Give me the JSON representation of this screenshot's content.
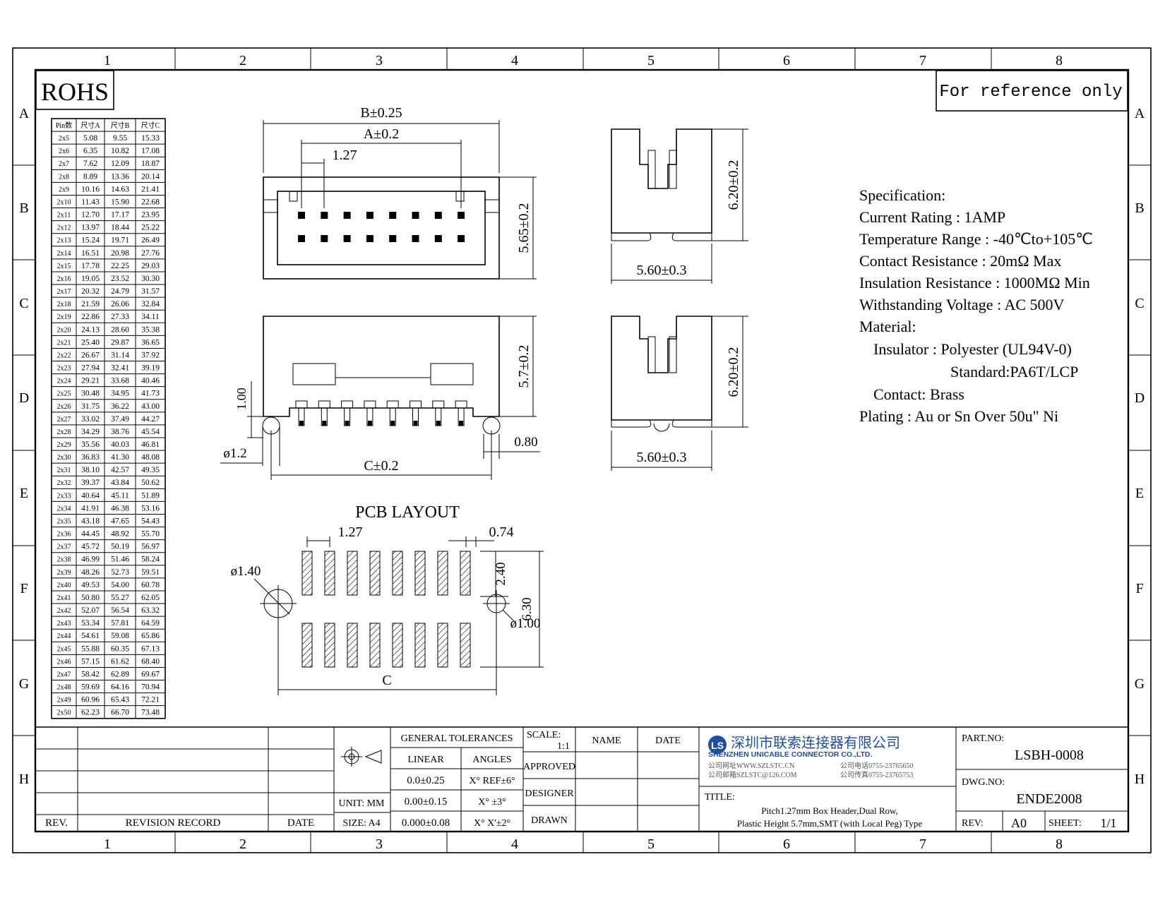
{
  "frame": {
    "columns": [
      "1",
      "2",
      "3",
      "4",
      "5",
      "6",
      "7",
      "8"
    ],
    "rows": [
      "A",
      "B",
      "C",
      "D",
      "E",
      "F",
      "G",
      "H"
    ]
  },
  "rohs": "ROHS",
  "reference_note": "For reference only",
  "dim_table": {
    "headers": [
      "Pin数",
      "尺寸A",
      "尺寸B",
      "尺寸C"
    ],
    "rows": [
      [
        "2x5",
        "5.08",
        "9.55",
        "15.33"
      ],
      [
        "2x6",
        "6.35",
        "10.82",
        "17.08"
      ],
      [
        "2x7",
        "7.62",
        "12.09",
        "18.87"
      ],
      [
        "2x8",
        "8.89",
        "13.36",
        "20.14"
      ],
      [
        "2x9",
        "10.16",
        "14.63",
        "21.41"
      ],
      [
        "2x10",
        "11.43",
        "15.90",
        "22.68"
      ],
      [
        "2x11",
        "12.70",
        "17.17",
        "23.95"
      ],
      [
        "2x12",
        "13.97",
        "18.44",
        "25.22"
      ],
      [
        "2x13",
        "15.24",
        "19.71",
        "26.49"
      ],
      [
        "2x14",
        "16.51",
        "20.98",
        "27.76"
      ],
      [
        "2x15",
        "17.78",
        "22.25",
        "29.03"
      ],
      [
        "2x16",
        "19.05",
        "23.52",
        "30.30"
      ],
      [
        "2x17",
        "20.32",
        "24.79",
        "31.57"
      ],
      [
        "2x18",
        "21.59",
        "26.06",
        "32.84"
      ],
      [
        "2x19",
        "22.86",
        "27.33",
        "34.11"
      ],
      [
        "2x20",
        "24.13",
        "28.60",
        "35.38"
      ],
      [
        "2x21",
        "25.40",
        "29.87",
        "36.65"
      ],
      [
        "2x22",
        "26.67",
        "31.14",
        "37.92"
      ],
      [
        "2x23",
        "27.94",
        "32.41",
        "39.19"
      ],
      [
        "2x24",
        "29.21",
        "33.68",
        "40.46"
      ],
      [
        "2x25",
        "30.48",
        "34.95",
        "41.73"
      ],
      [
        "2x26",
        "31.75",
        "36.22",
        "43.00"
      ],
      [
        "2x27",
        "33.02",
        "37.49",
        "44.27"
      ],
      [
        "2x28",
        "34.29",
        "38.76",
        "45.54"
      ],
      [
        "2x29",
        "35.56",
        "40.03",
        "46.81"
      ],
      [
        "2x30",
        "36.83",
        "41.30",
        "48.08"
      ],
      [
        "2x31",
        "38.10",
        "42.57",
        "49.35"
      ],
      [
        "2x32",
        "39.37",
        "43.84",
        "50.62"
      ],
      [
        "2x33",
        "40.64",
        "45.11",
        "51.89"
      ],
      [
        "2x34",
        "41.91",
        "46.38",
        "53.16"
      ],
      [
        "2x35",
        "43.18",
        "47.65",
        "54.43"
      ],
      [
        "2x36",
        "44.45",
        "48.92",
        "55.70"
      ],
      [
        "2x37",
        "45.72",
        "50.19",
        "56.97"
      ],
      [
        "2x38",
        "46.99",
        "51.46",
        "58.24"
      ],
      [
        "2x39",
        "48.26",
        "52.73",
        "59.51"
      ],
      [
        "2x40",
        "49.53",
        "54.00",
        "60.78"
      ],
      [
        "2x41",
        "50.80",
        "55.27",
        "62.05"
      ],
      [
        "2x42",
        "52.07",
        "56.54",
        "63.32"
      ],
      [
        "2x43",
        "53.34",
        "57.81",
        "64.59"
      ],
      [
        "2x44",
        "54.61",
        "59.08",
        "65.86"
      ],
      [
        "2x45",
        "55.88",
        "60.35",
        "67.13"
      ],
      [
        "2x46",
        "57.15",
        "61.62",
        "68.40"
      ],
      [
        "2x47",
        "58.42",
        "62.89",
        "69.67"
      ],
      [
        "2x48",
        "59.69",
        "64.16",
        "70.94"
      ],
      [
        "2x49",
        "60.96",
        "65.43",
        "72.21"
      ],
      [
        "2x50",
        "62.23",
        "66.70",
        "73.48"
      ]
    ]
  },
  "dims": {
    "b": "B±0.25",
    "a": "A±0.2",
    "pitch_top": "1.27",
    "h565": "5.65±0.2",
    "h57": "5.7±0.2",
    "d100": "1.00",
    "d12": "ø1.2",
    "c": "C±0.2",
    "d080": "0.80",
    "h620a": "6.20±0.2",
    "w560a": "5.60±0.3",
    "h620b": "6.20±0.2",
    "w560b": "5.60±0.3",
    "pcb_title": "PCB LAYOUT",
    "pcb_pitch": "1.27",
    "pcb_074": "0.74",
    "pcb_240": "2.40",
    "pcb_630": "6.30",
    "pcb_d140": "ø1.40",
    "pcb_d100": "ø1.00",
    "pcb_c": "C"
  },
  "spec": [
    "Specification:",
    "Current Rating : 1AMP",
    "Temperature Range : -40℃to+105℃",
    "Contact Resistance : 20mΩ Max",
    "Insulation Resistance : 1000MΩ Min",
    "Withstanding Voltage : AC 500V",
    "Material:",
    "Insulator : Polyester (UL94V-0)",
    "Standard:PA6T/LCP",
    "Contact: Brass",
    "Plating : Au or Sn Over 50u\" Ni"
  ],
  "title_block": {
    "rev_label": "REV.",
    "revision_record": "REVISION RECORD",
    "date_label": "DATE",
    "general_tolerances": "GENERAL TOLERANCES",
    "linear": "LINEAR",
    "angles": "ANGLES",
    "tol1": "0.0±0.25",
    "tol2": "0.00±0.15",
    "tol3": "0.000±0.08",
    "ang1": "X° REF±6°",
    "ang2": "X° ±3°",
    "ang3": "X° X'±2°",
    "unit": "UNIT: MM",
    "size": "SIZE: A4",
    "scale_label": "SCALE:",
    "scale_value": "1:1",
    "name": "NAME",
    "date": "DATE",
    "approved": "APPROVED",
    "designer": "DESIGNER",
    "drawn": "DRAWN",
    "company_cn": "深圳市联索连接器有限公司",
    "company_en": "SHENZHEN UNICABLE CONNECTOR CO.,LTD.",
    "web": "公司网址WWW.SZLSTC.CN",
    "email": "公司邮箱SZLSTC@126.COM",
    "phone": "公司电话0755-23765650",
    "fax": "公司传真0755-23765753",
    "title_label": "TITLE:",
    "title_line1": "Pitch1.27mm Box Header,Dual Row,",
    "title_line2": "Plastic Height 5.7mm,SMT (with Local Peg) Type",
    "part_no_label": "PART.NO:",
    "part_no": "LSBH-0008",
    "dwg_no_label": "DWG.NO:",
    "dwg_no": "ENDE2008",
    "rev2_label": "REV:",
    "rev_value": "A0",
    "sheet_label": "SHEET:",
    "sheet_value": "1/1"
  }
}
